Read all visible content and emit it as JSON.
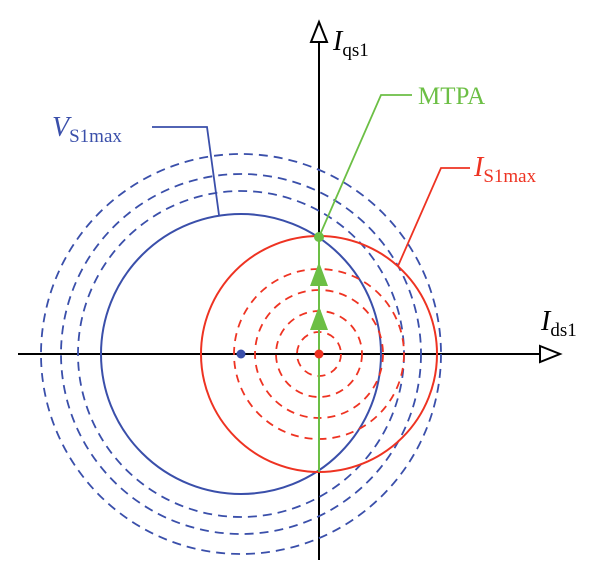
{
  "axes": {
    "x": {
      "symbol": "I",
      "subscript": "ds1"
    },
    "y": {
      "symbol": "I",
      "subscript": "qs1"
    }
  },
  "labels": {
    "mtpa": "MTPA",
    "voltage_limit": {
      "symbol": "V",
      "subscript": "S1max"
    },
    "current_limit": {
      "symbol": "I",
      "subscript": "S1max"
    }
  },
  "colors": {
    "axis": "#000000",
    "voltage": "#3a4faa",
    "current": "#ee3322",
    "mtpa": "#6cbf45"
  }
}
